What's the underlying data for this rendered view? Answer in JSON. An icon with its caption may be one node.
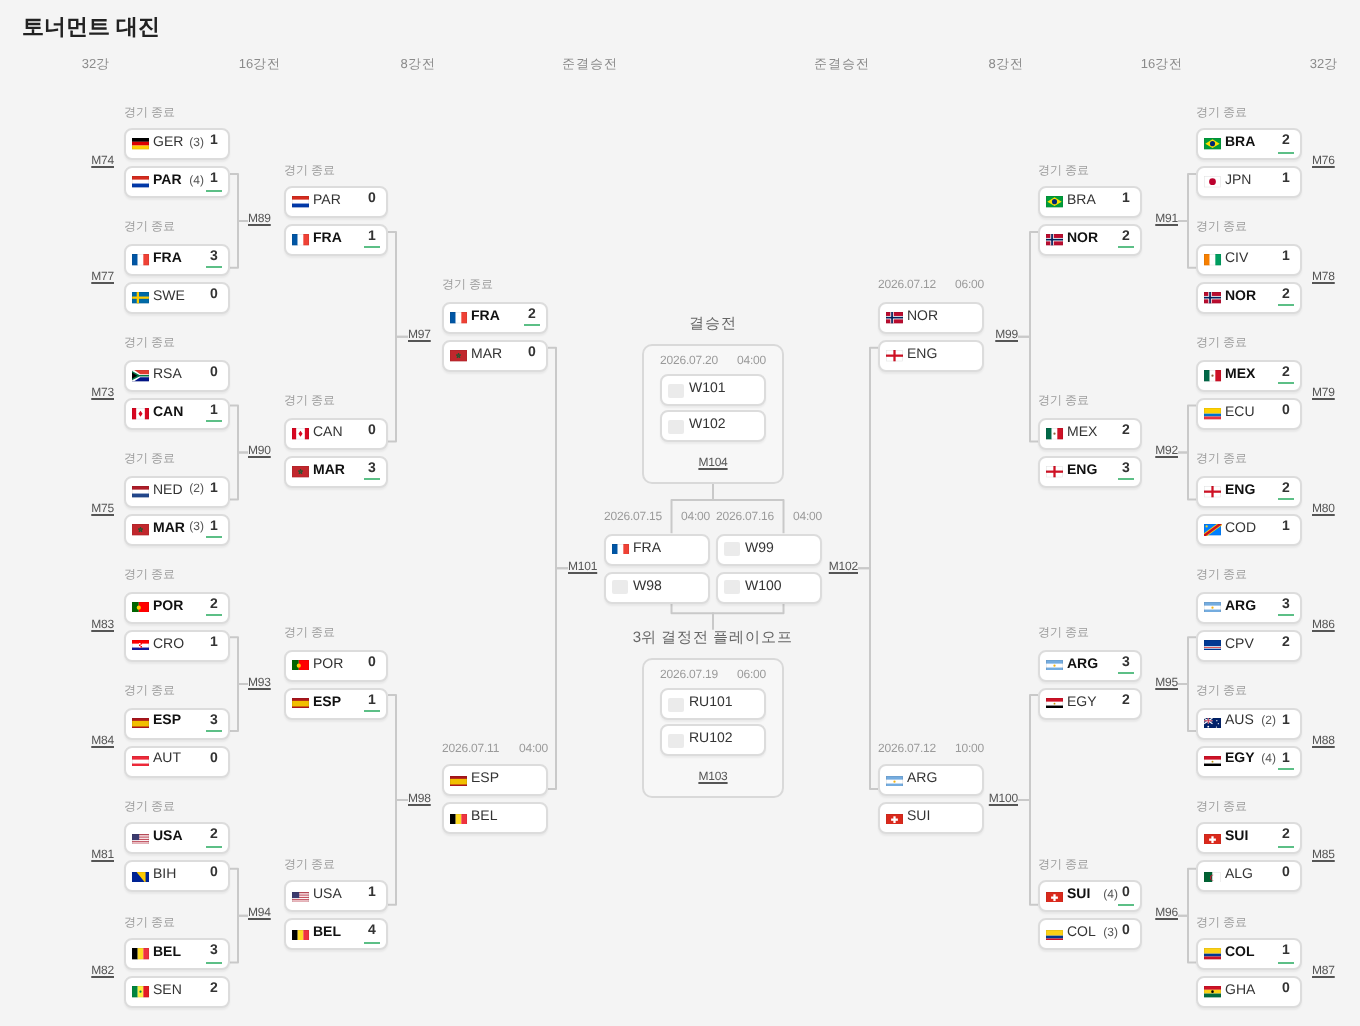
{
  "diagram": {
    "title": "토너먼트 대진",
    "nodes": [
      {
        "text": [
          "GER",
          "(3)",
          "1"
        ],
        "beside": [
          "경기 종료",
          "M74"
        ]
      },
      {
        "text": [
          "PAR",
          "(4)",
          "1"
        ]
      },
      {
        "text": [
          "FRA",
          "3"
        ],
        "beside": [
          "경기 종료",
          "M77"
        ]
      },
      {
        "text": [
          "SWE",
          "0"
        ]
      },
      {
        "text": [
          "RSA",
          "0"
        ],
        "beside": [
          "경기 종료",
          "M73"
        ]
      },
      {
        "text": [
          "CAN",
          "1"
        ]
      },
      {
        "text": [
          "NED",
          "(2)",
          "1"
        ],
        "beside": [
          "경기 종료",
          "M75"
        ]
      },
      {
        "text": [
          "MAR",
          "(3)",
          "1"
        ]
      },
      {
        "text": [
          "POR",
          "2"
        ],
        "beside": [
          "경기 종료",
          "M83"
        ]
      },
      {
        "text": [
          "CRO",
          "1"
        ]
      },
      {
        "text": [
          "ESP",
          "3"
        ],
        "beside": [
          "경기 종료",
          "M84"
        ]
      },
      {
        "text": [
          "AUT",
          "0"
        ]
      },
      {
        "text": [
          "USA",
          "2"
        ],
        "beside": [
          "경기 종료",
          "M81"
        ]
      },
      {
        "text": [
          "BIH",
          "0"
        ]
      },
      {
        "text": [
          "BEL",
          "3"
        ],
        "beside": [
          "경기 종료",
          "M82"
        ]
      },
      {
        "text": [
          "SEN",
          "2"
        ]
      },
      {
        "text": [
          "M89"
        ]
      },
      {
        "text": [
          "PAR",
          "0"
        ],
        "beside": [
          "경기 종료"
        ]
      },
      {
        "text": [
          "FRA",
          "1"
        ]
      },
      {
        "text": [
          "M90"
        ]
      },
      {
        "text": [
          "CAN",
          "0"
        ],
        "beside": [
          "경기 종료"
        ]
      },
      {
        "text": [
          "MAR",
          "3"
        ]
      },
      {
        "text": [
          "M93"
        ]
      },
      {
        "text": [
          "POR",
          "0"
        ],
        "beside": [
          "경기 종료"
        ]
      },
      {
        "text": [
          "ESP",
          "1"
        ]
      },
      {
        "text": [
          "M94"
        ]
      },
      {
        "text": [
          "USA",
          "1"
        ],
        "beside": [
          "경기 종료"
        ]
      },
      {
        "text": [
          "BEL",
          "4"
        ]
      },
      {
        "text": [
          "M97"
        ]
      },
      {
        "text": [
          "FRA",
          "2"
        ],
        "beside": [
          "경기 종료"
        ]
      },
      {
        "text": [
          "MAR",
          "0"
        ]
      },
      {
        "text": [
          "M98"
        ]
      },
      {
        "text": [
          "ESP"
        ],
        "beside": [
          "2026.07.11",
          "04:00"
        ]
      },
      {
        "text": [
          "BEL"
        ]
      },
      {
        "text": [
          "M101"
        ]
      },
      {
        "text": [
          "2026.07.20",
          "04:00",
          "M104"
        ],
        "beside": [
          "결승전"
        ]
      },
      {
        "text": [
          "W101"
        ],
        "in": 35
      },
      {
        "text": [
          "W102"
        ],
        "in": 35
      },
      {
        "text": [
          "FRA"
        ],
        "beside": [
          "2026.07.15",
          "04:00"
        ]
      },
      {
        "text": [
          "W98"
        ]
      },
      {
        "text": [
          "W99"
        ],
        "beside": [
          "2026.07.16",
          "04:00"
        ]
      },
      {
        "text": [
          "W100"
        ]
      },
      {
        "text": [
          "3위 결정전 플레이오프"
        ]
      },
      {
        "text": [
          "2026.07.19",
          "06:00",
          "M103"
        ]
      },
      {
        "text": [
          "RU101"
        ],
        "in": 43
      },
      {
        "text": [
          "RU102"
        ],
        "in": 43
      },
      {
        "text": [
          "M102"
        ]
      },
      {
        "text": [
          "M99"
        ]
      },
      {
        "text": [
          "NOR"
        ],
        "beside": [
          "2026.07.12",
          "06:00"
        ]
      },
      {
        "text": [
          "ENG"
        ]
      },
      {
        "text": [
          "M100"
        ]
      },
      {
        "text": [
          "ARG"
        ],
        "beside": [
          "2026.07.12",
          "10:00"
        ]
      },
      {
        "text": [
          "SUI"
        ]
      },
      {
        "text": [
          "M91"
        ]
      },
      {
        "text": [
          "BRA",
          "1"
        ],
        "beside": [
          "경기 종료"
        ]
      },
      {
        "text": [
          "NOR",
          "2"
        ]
      },
      {
        "text": [
          "M92"
        ]
      },
      {
        "text": [
          "MEX",
          "2"
        ],
        "beside": [
          "경기 종료"
        ]
      },
      {
        "text": [
          "ENG",
          "3"
        ]
      },
      {
        "text": [
          "M95"
        ]
      },
      {
        "text": [
          "ARG",
          "3"
        ],
        "beside": [
          "경기 종료"
        ]
      },
      {
        "text": [
          "EGY",
          "2"
        ]
      },
      {
        "text": [
          "M96"
        ]
      },
      {
        "text": [
          "SUI",
          "(4)",
          "0"
        ],
        "beside": [
          "경기 종료"
        ]
      },
      {
        "text": [
          "COL",
          "(3)",
          "0"
        ]
      },
      {
        "text": [
          "BRA",
          "2"
        ],
        "beside": [
          "경기 종료",
          "M76"
        ]
      },
      {
        "text": [
          "JPN",
          "1"
        ]
      },
      {
        "text": [
          "CIV",
          "1"
        ],
        "beside": [
          "경기 종료",
          "M78"
        ]
      },
      {
        "text": [
          "NOR",
          "2"
        ]
      },
      {
        "text": [
          "MEX",
          "2"
        ],
        "beside": [
          "경기 종료",
          "M79"
        ]
      },
      {
        "text": [
          "ECU",
          "0"
        ]
      },
      {
        "text": [
          "ENG",
          "2"
        ],
        "beside": [
          "경기 종료",
          "M80"
        ]
      },
      {
        "text": [
          "COD",
          "1"
        ]
      },
      {
        "text": [
          "ARG",
          "3"
        ],
        "beside": [
          "경기 종료",
          "M86"
        ]
      },
      {
        "text": [
          "CPV",
          "2"
        ]
      },
      {
        "text": [
          "AUS",
          "(2)",
          "1"
        ],
        "beside": [
          "경기 종료",
          "M88"
        ]
      },
      {
        "text": [
          "EGY",
          "(4)",
          "1"
        ]
      },
      {
        "text": [
          "SUI",
          "2"
        ],
        "beside": [
          "경기 종료",
          "M85"
        ]
      },
      {
        "text": [
          "ALG",
          "0"
        ]
      },
      {
        "text": [
          "COL",
          "1"
        ],
        "beside": [
          "경기 종료",
          "M87"
        ]
      },
      {
        "text": [
          "GHA",
          "0"
        ]
      }
    ],
    "edges": [
      {
        "from": 1,
        "to": 16,
        "arrow": "none"
      },
      {
        "from": 2,
        "to": 16,
        "arrow": "none"
      },
      {
        "from": 5,
        "to": 19,
        "arrow": "none"
      },
      {
        "from": 6,
        "to": 19,
        "arrow": "none"
      },
      {
        "from": 9,
        "to": 22,
        "arrow": "none"
      },
      {
        "from": 10,
        "to": 22,
        "arrow": "none"
      },
      {
        "from": 13,
        "to": 25,
        "arrow": "none"
      },
      {
        "from": 14,
        "to": 25,
        "arrow": "none"
      },
      {
        "from": 18,
        "to": 28,
        "arrow": "none"
      },
      {
        "from": 20,
        "to": 28,
        "arrow": "none"
      },
      {
        "from": 24,
        "to": 31,
        "arrow": "none"
      },
      {
        "from": 26,
        "to": 31,
        "arrow": "none"
      },
      {
        "from": 30,
        "to": 34,
        "arrow": "none"
      },
      {
        "from": 32,
        "to": 34,
        "arrow": "none"
      },
      {
        "from": 38,
        "to": 35,
        "arrow": "none"
      },
      {
        "from": 40,
        "to": 35,
        "arrow": "none"
      },
      {
        "from": 39,
        "to": 42,
        "arrow": "none"
      },
      {
        "from": 41,
        "to": 42,
        "arrow": "none"
      },
      {
        "from": 49,
        "to": 46,
        "arrow": "none"
      },
      {
        "from": 51,
        "to": 46,
        "arrow": "none"
      },
      {
        "from": 55,
        "to": 47,
        "arrow": "none"
      },
      {
        "from": 57,
        "to": 47,
        "arrow": "none"
      },
      {
        "from": 61,
        "to": 50,
        "arrow": "none"
      },
      {
        "from": 63,
        "to": 50,
        "arrow": "none"
      },
      {
        "from": 66,
        "to": 53,
        "arrow": "none"
      },
      {
        "from": 67,
        "to": 53,
        "arrow": "none"
      },
      {
        "from": 70,
        "to": 56,
        "arrow": "none"
      },
      {
        "from": 71,
        "to": 56,
        "arrow": "none"
      },
      {
        "from": 74,
        "to": 59,
        "arrow": "none"
      },
      {
        "from": 75,
        "to": 59,
        "arrow": "none"
      },
      {
        "from": 78,
        "to": 62,
        "arrow": "none"
      },
      {
        "from": 79,
        "to": 62,
        "arrow": "none"
      }
    ],
    "labels": [
      "32강",
      "16강전",
      "8강전",
      "준결승전",
      "준결승전",
      "8강전",
      "16강전",
      "32강"
    ]
  }
}
